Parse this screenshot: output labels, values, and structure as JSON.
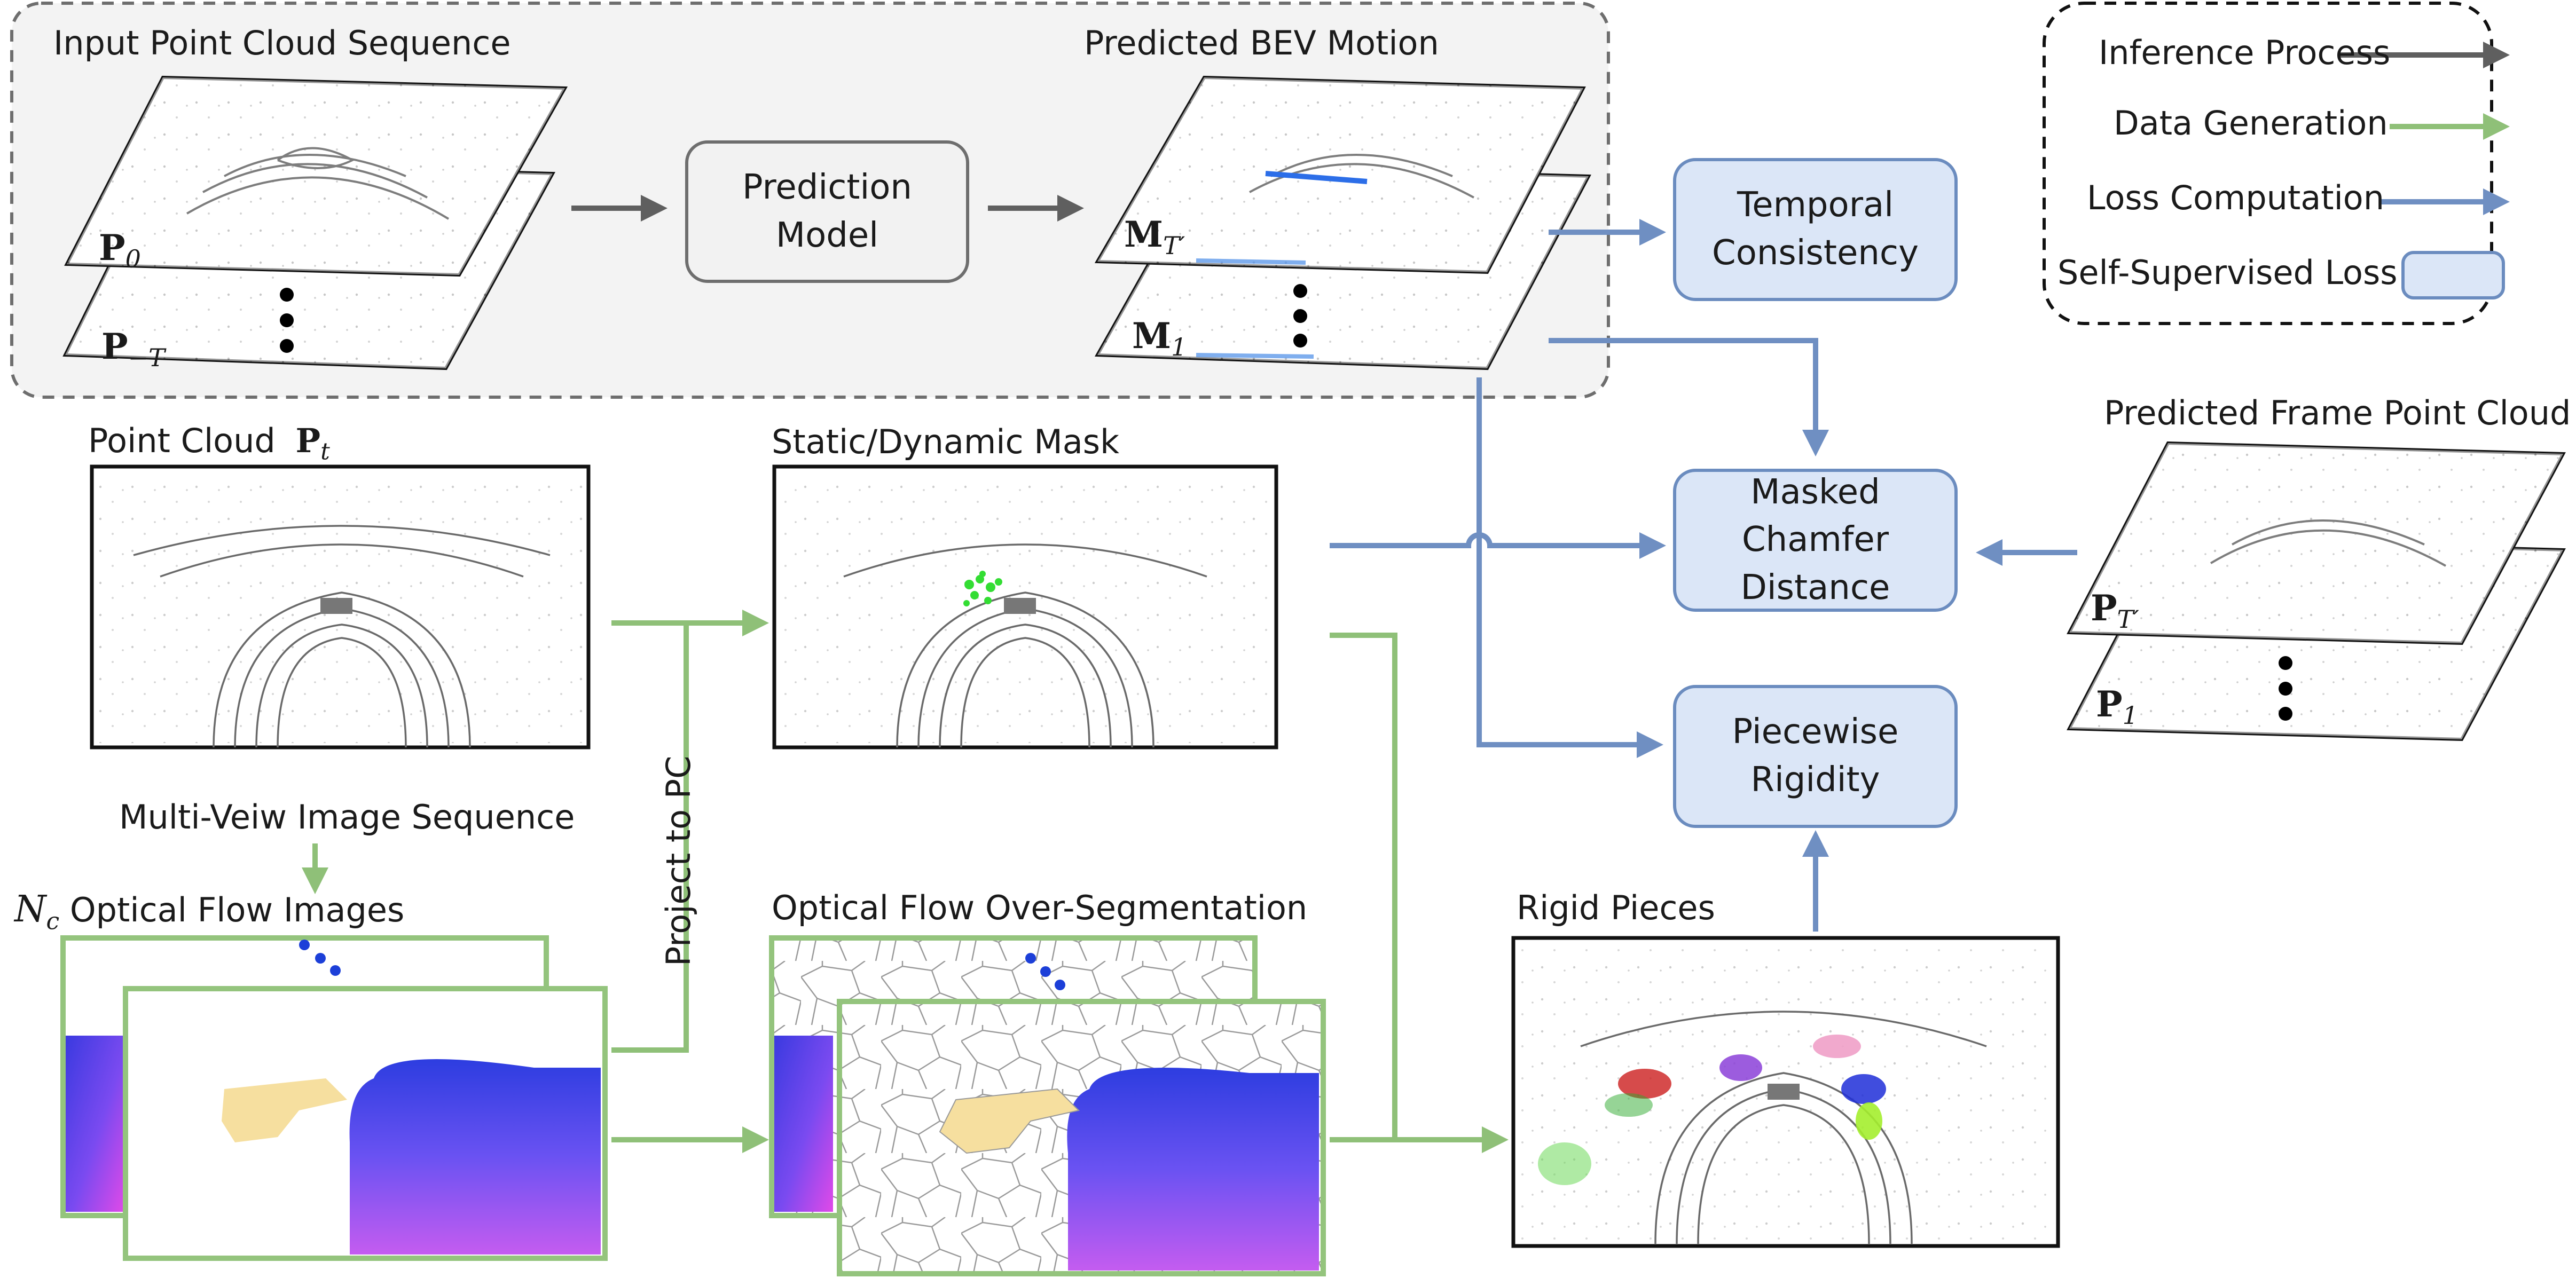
{
  "input_sequence": {
    "title": "Input Point Cloud Sequence",
    "frame_top": "P",
    "frame_top_sub": "0",
    "frame_bottom": "P",
    "frame_bottom_sub": "−T"
  },
  "prediction_model": {
    "line1": "Prediction",
    "line2": "Model"
  },
  "predicted_motion": {
    "title": "Predicted BEV Motion",
    "frame_top": "M",
    "frame_top_sub": "T′",
    "frame_bottom": "M",
    "frame_bottom_sub": "1"
  },
  "losses": {
    "temporal": {
      "line1": "Temporal",
      "line2": "Consistency"
    },
    "chamfer": {
      "line1": "Masked Chamfer",
      "line2": "Distance"
    },
    "rigidity": {
      "line1": "Piecewise",
      "line2": "Rigidity"
    }
  },
  "legend": {
    "inference": "Inference Process",
    "data_generation": "Data Generation",
    "loss_computation": "Loss Computation",
    "self_supervised": "Self-Supervised Loss"
  },
  "point_cloud": {
    "title": "Point Cloud",
    "symbol": "P",
    "symbol_sub": "t"
  },
  "static_dynamic_mask": {
    "title": "Static/Dynamic Mask"
  },
  "predicted_frame": {
    "title": "Predicted Frame Point Cloud",
    "frame_top": "P",
    "frame_top_sub": "T′",
    "frame_bottom": "P",
    "frame_bottom_sub": "1"
  },
  "multi_view": {
    "title": "Multi-Veiw Image Sequence"
  },
  "optical_flow": {
    "symbol": "N",
    "symbol_sub": "c",
    "title": "Optical Flow Images"
  },
  "project_to_pc": {
    "label": "Project to PC"
  },
  "over_segmentation": {
    "title": "Optical Flow Over-Segmentation"
  },
  "rigid_pieces": {
    "title": "Rigid Pieces"
  },
  "colors": {
    "inference_arrow": "#5f5f5f",
    "data_arrow": "#8fc078",
    "loss_arrow": "#6f8fc2",
    "loss_fill": "#dbe6f7",
    "loss_border": "#6b8cbf",
    "dynamic_points": "#33dd33"
  }
}
